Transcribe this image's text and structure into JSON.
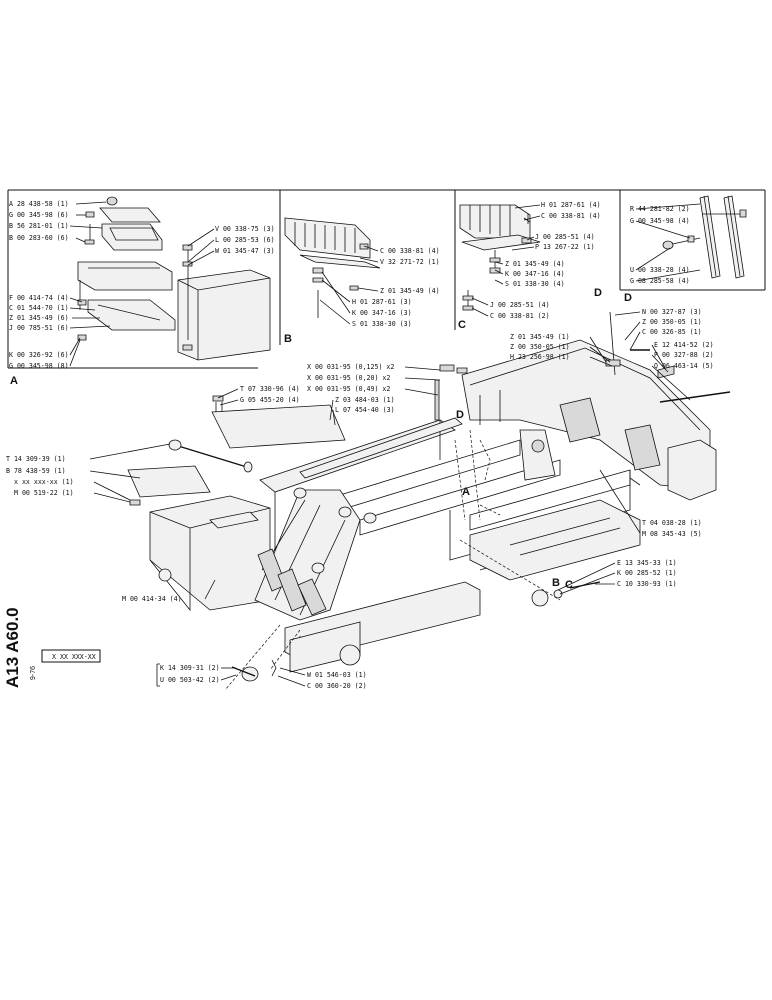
{
  "sidebar": {
    "catalog_code": "A13 A60.0",
    "date": "9-76",
    "serial_box": "X XX XXX-XX"
  },
  "detail_a": {
    "letter": "A",
    "parts": [
      "A 28 438-58 (1)",
      "G 00 345-98 (6)",
      "B 56 281-01 (1)",
      "B 00 283-60 (6)",
      "F 00 414-74 (4)",
      "C 01 544-70 (1)",
      "Z 01 345-49 (6)",
      "J 00 785-51 (6)",
      "K 00 326-92 (6)",
      "G 00 345-98 (8)",
      "V 00 338-75 (3)",
      "L 00 285-53 (6)",
      "W 01 345-47 (3)"
    ]
  },
  "detail_b": {
    "letter": "B",
    "parts": [
      "C 00 338-81 (4)",
      "V 32 271-72 (1)",
      "Z 01 345-49 (4)",
      "H 01 287-61 (3)",
      "K 00 347-16 (3)",
      "S 01 338-30 (3)"
    ]
  },
  "detail_c": {
    "letter": "C",
    "parts": [
      "H 01 287-61 (4)",
      "C 00 338-81 (4)",
      "J 00 285-51 (4)",
      "P 13 267-22 (1)",
      "Z 01 345-49 (4)",
      "K 00 347-16 (4)",
      "S 01 338-30 (4)",
      "J 00 285-51 (4)",
      "C 00 338-81 (2)"
    ]
  },
  "detail_d": {
    "letter": "D",
    "parts": [
      "R 44 281-82 (2)",
      "G 00 345-98 (4)",
      "U 00 338-28 (4)",
      "G 08 285-58 (4)"
    ]
  },
  "main": {
    "markers": [
      "D",
      "A",
      "B",
      "C",
      "D"
    ],
    "parts": [
      "N 00 327-87 (3)",
      "Z 00 350-05 (1)",
      "C 00 326-85 (1)",
      "E 12 414-52 (2)",
      "P 00 327-88 (2)",
      "Q 06 463-14 (5)",
      "Z 01 345-49 (1)",
      "Z 00 350-05 (1)",
      "H 23 256-98 (1)",
      "X 00 031-95 (0,125) x2",
      "X 00 031-95 (0,20) x2",
      "X 00 031-95 (0,49) x2",
      "Z 03 484-03 (1)",
      "L 07 454-40 (3)",
      "T 07 330-96 (4)",
      "G 05 455-20 (4)",
      "T 14 309-39 (1)",
      "B 78 438-59 (1)",
      "x xx xxx-xx (1)",
      "M 00 519-22 (1)",
      "M 00 414-34 (4)",
      "T 04 038-28 (1)",
      "M 08 345-43 (5)",
      "E 13 345-33 (1)",
      "K 00 285-52 (1)",
      "C 10 330-93 (1)",
      "K 14 309-31 (2)",
      "U 00 503-42 (2)",
      "W 01 546-03 (1)",
      "C 00 360-20 (2)"
    ]
  }
}
